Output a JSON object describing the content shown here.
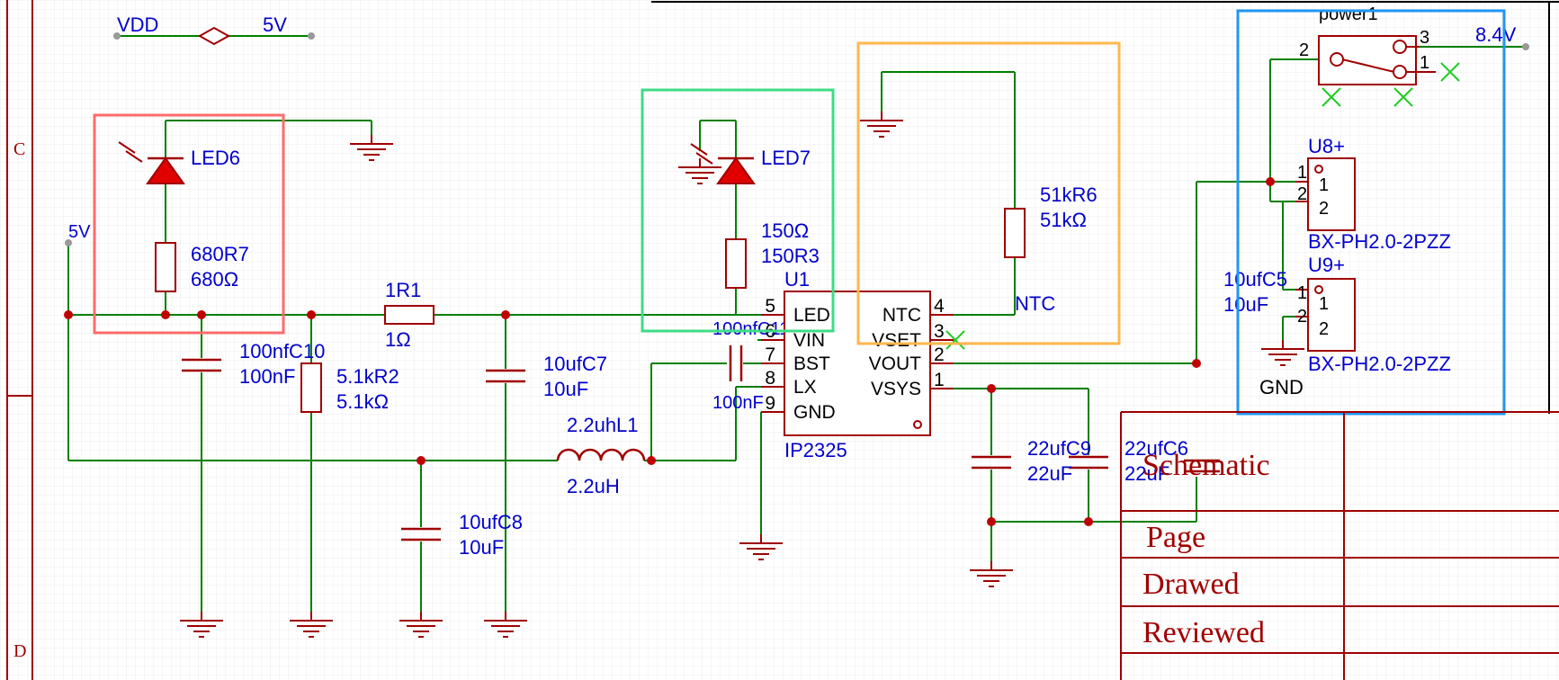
{
  "net_labels": {
    "vdd": "VDD",
    "five_v_top": "5V",
    "five_v_left": "5V",
    "ntc": "NTC",
    "gnd": "GND",
    "vbat": "8.4V"
  },
  "colors": {
    "wire": "#008000",
    "part": "#a00000",
    "text_blue": "#0000cc",
    "grid": "#e6e6e6",
    "box_red": "#ff6b6b",
    "box_green": "#3ddc84",
    "box_orange": "#ffb74d",
    "box_blue": "#2196f3"
  },
  "parts": {
    "led6": {
      "designator": "LED6"
    },
    "led7": {
      "designator": "LED7"
    },
    "r7": {
      "name": "680R7",
      "value": "680Ω"
    },
    "r3": {
      "name": "150R3",
      "value": "150Ω"
    },
    "r1": {
      "name": "1R1",
      "value": "1Ω"
    },
    "r2": {
      "name": "5.1kR2",
      "value": "5.1kΩ"
    },
    "r6": {
      "name": "51kR6",
      "value": "51kΩ"
    },
    "c10": {
      "name": "100nfC10",
      "value": "100nF"
    },
    "c7": {
      "name": "10ufC7",
      "value": "10uF"
    },
    "c8": {
      "name": "10ufC8",
      "value": "10uF"
    },
    "c11": {
      "name": "100nfC11",
      "value": "100nF"
    },
    "c9": {
      "name": "22ufC9",
      "value": "22uF"
    },
    "c6": {
      "name": "22ufC6",
      "value": "22uF"
    },
    "c5": {
      "name": "10ufC5",
      "value": "10uF"
    },
    "l1": {
      "name": "2.2uhL1",
      "value": "2.2uH"
    },
    "u1": {
      "designator": "U1",
      "part": "IP2325",
      "pins_left": [
        {
          "num": "5",
          "name": "LED"
        },
        {
          "num": "6",
          "name": "VIN"
        },
        {
          "num": "7",
          "name": "BST"
        },
        {
          "num": "8",
          "name": "LX"
        },
        {
          "num": "9",
          "name": "GND"
        }
      ],
      "pins_right": [
        {
          "num": "4",
          "name": "NTC"
        },
        {
          "num": "3",
          "name": "VSET"
        },
        {
          "num": "2",
          "name": "VOUT"
        },
        {
          "num": "1",
          "name": "VSYS"
        }
      ]
    },
    "u8": {
      "designator": "U8+",
      "part": "BX-PH2.0-2PZZ",
      "pin1": "1",
      "pin2": "2"
    },
    "u9": {
      "designator": "U9+",
      "part": "BX-PH2.0-2PZZ",
      "pin1": "1",
      "pin2": "2"
    },
    "switch": {
      "designator": "power1",
      "pin1": "1",
      "pin2": "2",
      "pin3": "3"
    }
  },
  "border": {
    "row_c": "C",
    "row_d": "D"
  },
  "title_block": {
    "title": "Schematic",
    "page": "Page",
    "drawed": "Drawed",
    "reviewed": "Reviewed"
  }
}
